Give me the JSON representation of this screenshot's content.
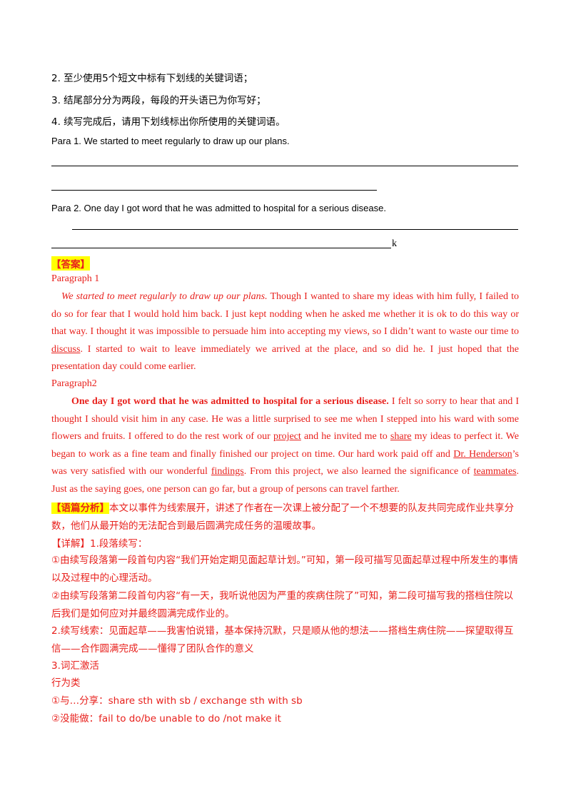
{
  "requirements": [
    "2. 至少使用5个短文中标有下划线的关键词语；",
    "3. 结尾部分分为两段，每段的开头语已为你写好；",
    "4. 续写完成后，请用下划线标出你所使用的关键词语。"
  ],
  "para1_prompt": "Para 1. We started to meet regularly to draw up our plans.",
  "para2_prompt": "Para 2. One day I got word that he was admitted to hospital for a serious disease.",
  "blank_tail": "k",
  "answer_label": "【答案】",
  "answer": {
    "p1_heading": "Paragraph 1",
    "p1_lead": "We started to meet regularly to draw up our plans.",
    "p1_text_a": " Though I wanted to share my ideas with him fully, I failed to do so for fear that I would hold him back. I just kept nodding when he asked me whether it is ok to do this way or that way. I thought it was impossible to persuade him into accepting my views, so I didn’t want to waste our time to ",
    "p1_kw_discuss": "discuss",
    "p1_text_b": ". I started to wait to leave immediately we arrived at the place, and so did he. I just hoped that the presentation day could come earlier.",
    "p2_heading": "Paragraph2",
    "p2_lead": "One day I got word that he was admitted to hospital for a serious disease.",
    "p2_text_a": " I felt so sorry to hear that and I thought I should visit him in any case. He was a little surprised to see me when I stepped into his ward with some flowers and fruits. I offered to do the rest work of our ",
    "p2_kw_project": "project",
    "p2_text_b": " and he invited me to ",
    "p2_kw_share": "share",
    "p2_text_c": " my ideas to perfect it. We began to work as a fine team and finally finished our project on time. Our hard work paid off and ",
    "p2_kw_dr": "Dr. Henderson",
    "p2_text_d": "’s was very satisfied with our wonderful ",
    "p2_kw_findings": "findings",
    "p2_text_e": ". From this project, we also learned the significance of ",
    "p2_kw_teammates": "teammates",
    "p2_text_f": ". Just as the saying goes, one person can go far, but a group of persons can travel farther."
  },
  "analysis": {
    "label": "【语篇分析】",
    "text": "本文以事件为线索展开，讲述了作者在一次课上被分配了一个不想要的队友共同完成作业共享分数，他们从最开始的无法配合到最后圆满完成任务的温暖故事。",
    "detail_label": "【详解】",
    "detail_title": "1.段落续写：",
    "point1": "①由续写段落第一段首句内容“我们开始定期见面起草计划。”可知，第一段可描写见面起草过程中所发生的事情以及过程中的心理活动。",
    "point2": "②由续写段落第二段首句内容“有一天，我听说他因为严重的疾病住院了”可知，第二段可描写我的搭档住院以后我们是如何应对并最终圆满完成作业的。",
    "clue": "2.续写线索：见面起草——我害怕说错，基本保持沉默，只是顺从他的想法——搭档生病住院——探望取得互信——合作圆满完成——懂得了团队合作的意义",
    "vocab_title": "3.词汇激活",
    "vocab_cat": "行为类",
    "vocab1": "①与…分享：share sth with sb / exchange sth with sb",
    "vocab2": "②没能做：fail to do/be unable to do /not make it"
  }
}
